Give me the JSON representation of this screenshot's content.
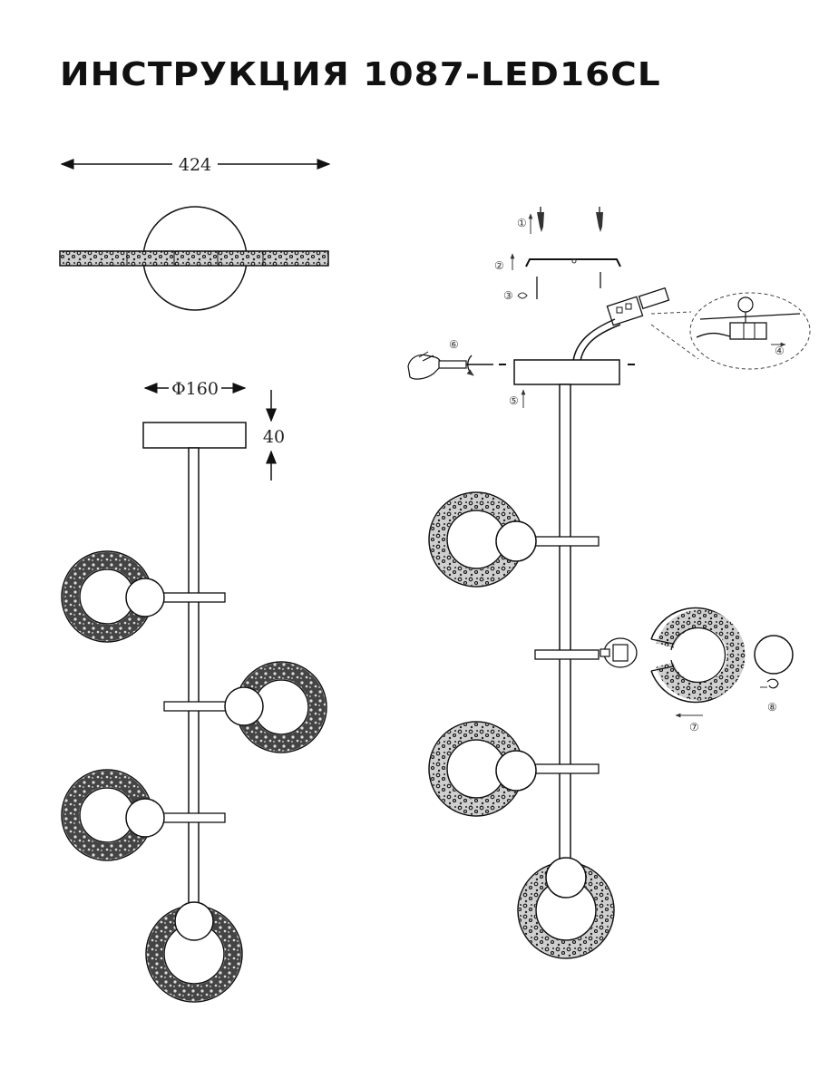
{
  "title": "ИНСТРУКЦИЯ 1087-LED16CL",
  "dimensions": {
    "width": "424",
    "diameter": "Φ160",
    "height": "40"
  },
  "steps": [
    "①",
    "②",
    "③",
    "④",
    "⑤",
    "⑥",
    "⑦",
    "⑧"
  ]
}
